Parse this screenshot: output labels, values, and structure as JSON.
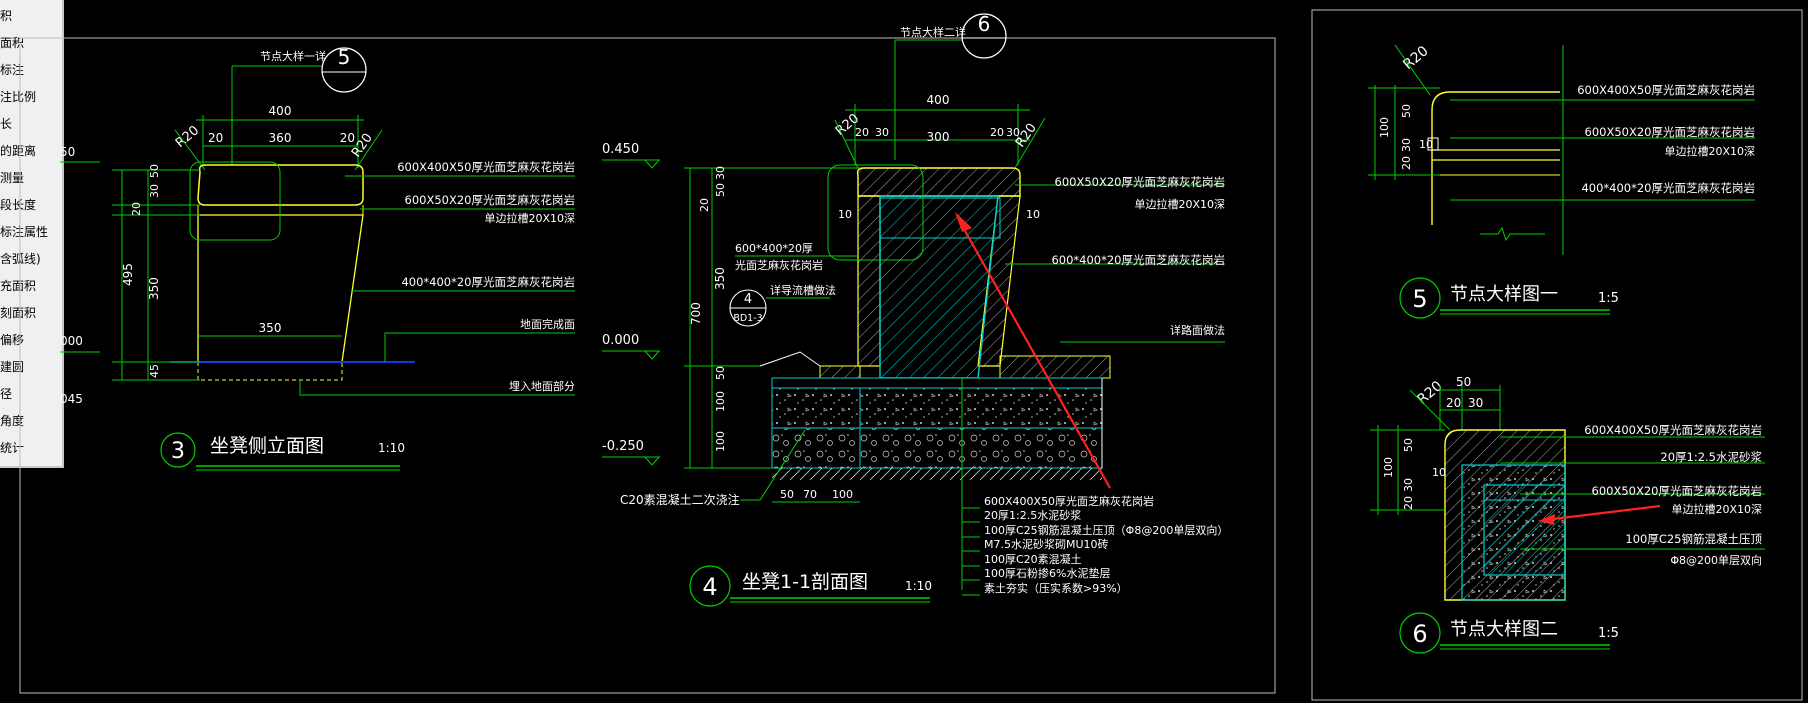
{
  "menu": {
    "items": [
      "积",
      "面积",
      "标注",
      "注比例",
      "长",
      "的距离",
      "测量",
      "段长度",
      "标注属性",
      "含弧线)",
      "充面积",
      "刻面积",
      "偏移",
      "建圆",
      "径",
      "角度",
      "统计"
    ]
  },
  "colors": {
    "background": "#000000",
    "line": "#00d000",
    "text": "#ffffff",
    "object": "#ffff33",
    "hatch": "#00d0d0",
    "ground": "#1a3cff",
    "arrow": "#ff2020"
  },
  "drawing3": {
    "detail_ref_label": "节点大样一详",
    "detail_ref_number": "5",
    "dims_top": [
      "400",
      "360",
      "20",
      "20"
    ],
    "radius_labels": [
      "R20",
      "R20"
    ],
    "left_dims": [
      "50",
      "30",
      "20",
      "350",
      "45",
      "495"
    ],
    "level_labels": [
      "50",
      "000",
      "045"
    ],
    "dim_bottom": "350",
    "callouts": [
      "600X400X50厚光面芝麻灰花岗岩",
      "600X50X20厚光面芝麻灰花岗岩",
      "单边拉槽20X10深",
      "400*400*20厚光面芝麻灰花岗岩",
      "地面完成面",
      "埋入地面部分"
    ],
    "title_number": "3",
    "title": "坐凳侧立面图",
    "scale": "1:10"
  },
  "drawing4": {
    "detail_ref_label": "节点大样二详",
    "detail_ref_number": "6",
    "dims_top": [
      "400",
      "20",
      "30",
      "300",
      "20",
      "30"
    ],
    "radius_labels": [
      "R20",
      "R20"
    ],
    "side_dims": [
      "10",
      "10"
    ],
    "levels": [
      "0.450",
      "0.000",
      "-0.250"
    ],
    "left_dims": [
      "30",
      "50",
      "20",
      "350",
      "700",
      "50",
      "100",
      "100"
    ],
    "bottom_dims": [
      "50",
      "70",
      "100"
    ],
    "callouts_left": [
      "600*400*20厚",
      "光面芝麻灰花岗岩",
      "详导流槽做法"
    ],
    "ref_circle_number": "4",
    "ref_circle_sheet": "BD1-3",
    "callouts_right": [
      "600X50X20厚光面芝麻灰花岗岩",
      "单边拉槽20X10深",
      "600*400*20厚光面芝麻灰花岗岩",
      "详路面做法"
    ],
    "concrete_note": "C20素混凝土二次浇注",
    "layers": [
      "600X400X50厚光面芝麻灰花岗岩",
      "20厚1:2.5水泥砂浆",
      "100厚C25钢筋混凝土压顶（Φ8@200单层双向）",
      "M7.5水泥砂浆砌MU10砖",
      "100厚C20素混凝土",
      "100厚石粉掺6%水泥垫层",
      "素土夯实（压实系数>93%）"
    ],
    "title_number": "4",
    "title": "坐凳1-1剖面图",
    "scale": "1:10"
  },
  "drawing5": {
    "radius_label": "R20",
    "dims": [
      "100",
      "50",
      "30",
      "20",
      "10"
    ],
    "callouts": [
      "600X400X50厚光面芝麻灰花岗岩",
      "600X50X20厚光面芝麻灰花岗岩",
      "单边拉槽20X10深",
      "400*400*20厚光面芝麻灰花岗岩"
    ],
    "title_number": "5",
    "title": "节点大样图一",
    "scale": "1:5"
  },
  "drawing6": {
    "radius_label": "R20",
    "dims_top": [
      "50",
      "20",
      "30"
    ],
    "dims_left": [
      "100",
      "50",
      "10",
      "30",
      "20"
    ],
    "callouts": [
      "600X400X50厚光面芝麻灰花岗岩",
      "20厚1:2.5水泥砂浆",
      "600X50X20厚光面芝麻灰花岗岩",
      "单边拉槽20X10深",
      "100厚C25钢筋混凝土压顶",
      "Φ8@200单层双向"
    ],
    "title_number": "6",
    "title": "节点大样图二",
    "scale": "1:5"
  }
}
